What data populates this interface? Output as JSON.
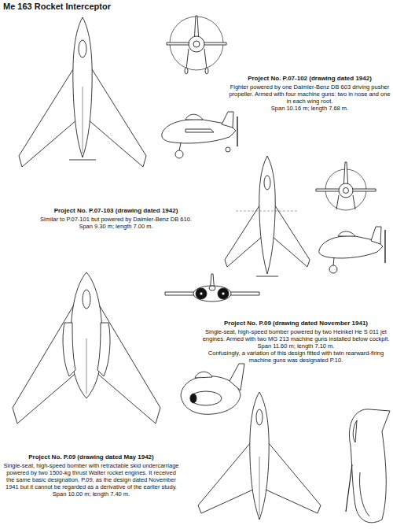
{
  "diagram": {
    "title": "Me 163 Rocket Interceptor",
    "labels": [
      "Project No. P.07-102 (drawing dated 1942)",
      "Fighter powered by one Daimler-Benz DB 603 driving pusher propeller. Armed with four machine guns: two in nose and one in each wing root.",
      "Span 10.16 m; length 7.68 m.",
      "Project No. P.07-103 (drawing dated 1942)",
      "Similar to P.07-101 but powered by Daimler-Benz DB 610.",
      "Span 9.30 m; length 7.00 m.",
      "Project No. P.09 (drawing dated November 1941)",
      "Single-seat, high-speed bomber powered by two Heinkel He S 011 jet engines. Armed with two MG 213 machine guns installed below cockpit.",
      "Span 11.60 m; length 7.10 m.",
      "Confusingly, a variation of this design fitted with twin rearward-firing machine guns was designated P.10.",
      "Project No. P.09 (drawing dated May 1942)",
      "Single-seat, high-speed bomber with retractable skid undercarriage powered by two 1500-kg thrust Walter rocket engines. It received the same basic designation, P.09, as the design dated November 1941 but it cannot be regarded as a derivative of the earlier study.",
      "Span 10.00 m; length 7.40 m."
    ]
  }
}
